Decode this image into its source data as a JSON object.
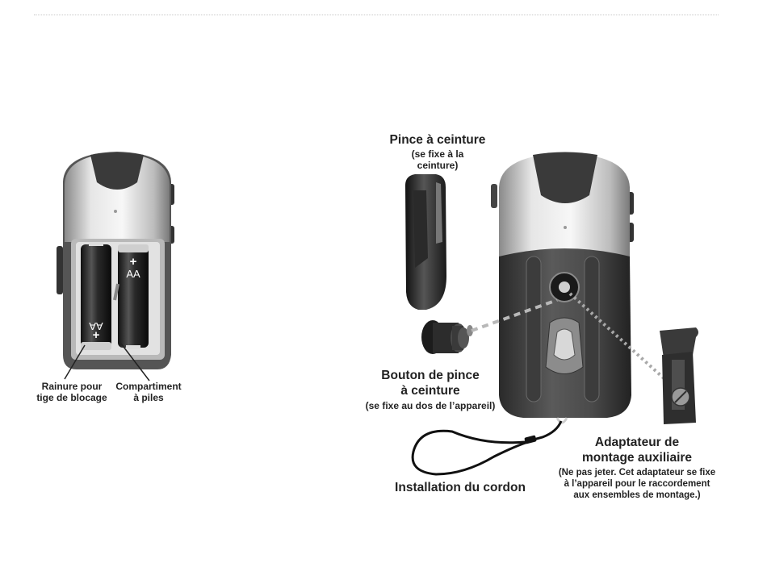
{
  "battery_labels": {
    "top_sign": "+",
    "top_type": "AA",
    "bottom_type": "AA",
    "bottom_sign": "+"
  },
  "labels": {
    "groove_line1": "Rainure pour",
    "groove_line2": "tige de blocage",
    "compartment_line1": "Compartiment",
    "compartment_line2": "à piles",
    "belt_clip_title": "Pince à ceinture",
    "belt_clip_sub1": "(se fixe à la",
    "belt_clip_sub2": "ceinture)",
    "knob_line1": "Bouton de pince",
    "knob_line2": "à ceinture",
    "knob_sub": "(se fixe au dos de l’appareil)",
    "adapter_line1": "Adaptateur de",
    "adapter_line2": "montage auxiliaire",
    "adapter_sub1": "(Ne pas jeter. Cet adaptateur se fixe",
    "adapter_sub2": "à l’appareil pour le raccordement",
    "adapter_sub3": "aux ensembles de montage.)",
    "lanyard": "Installation du cordon"
  }
}
